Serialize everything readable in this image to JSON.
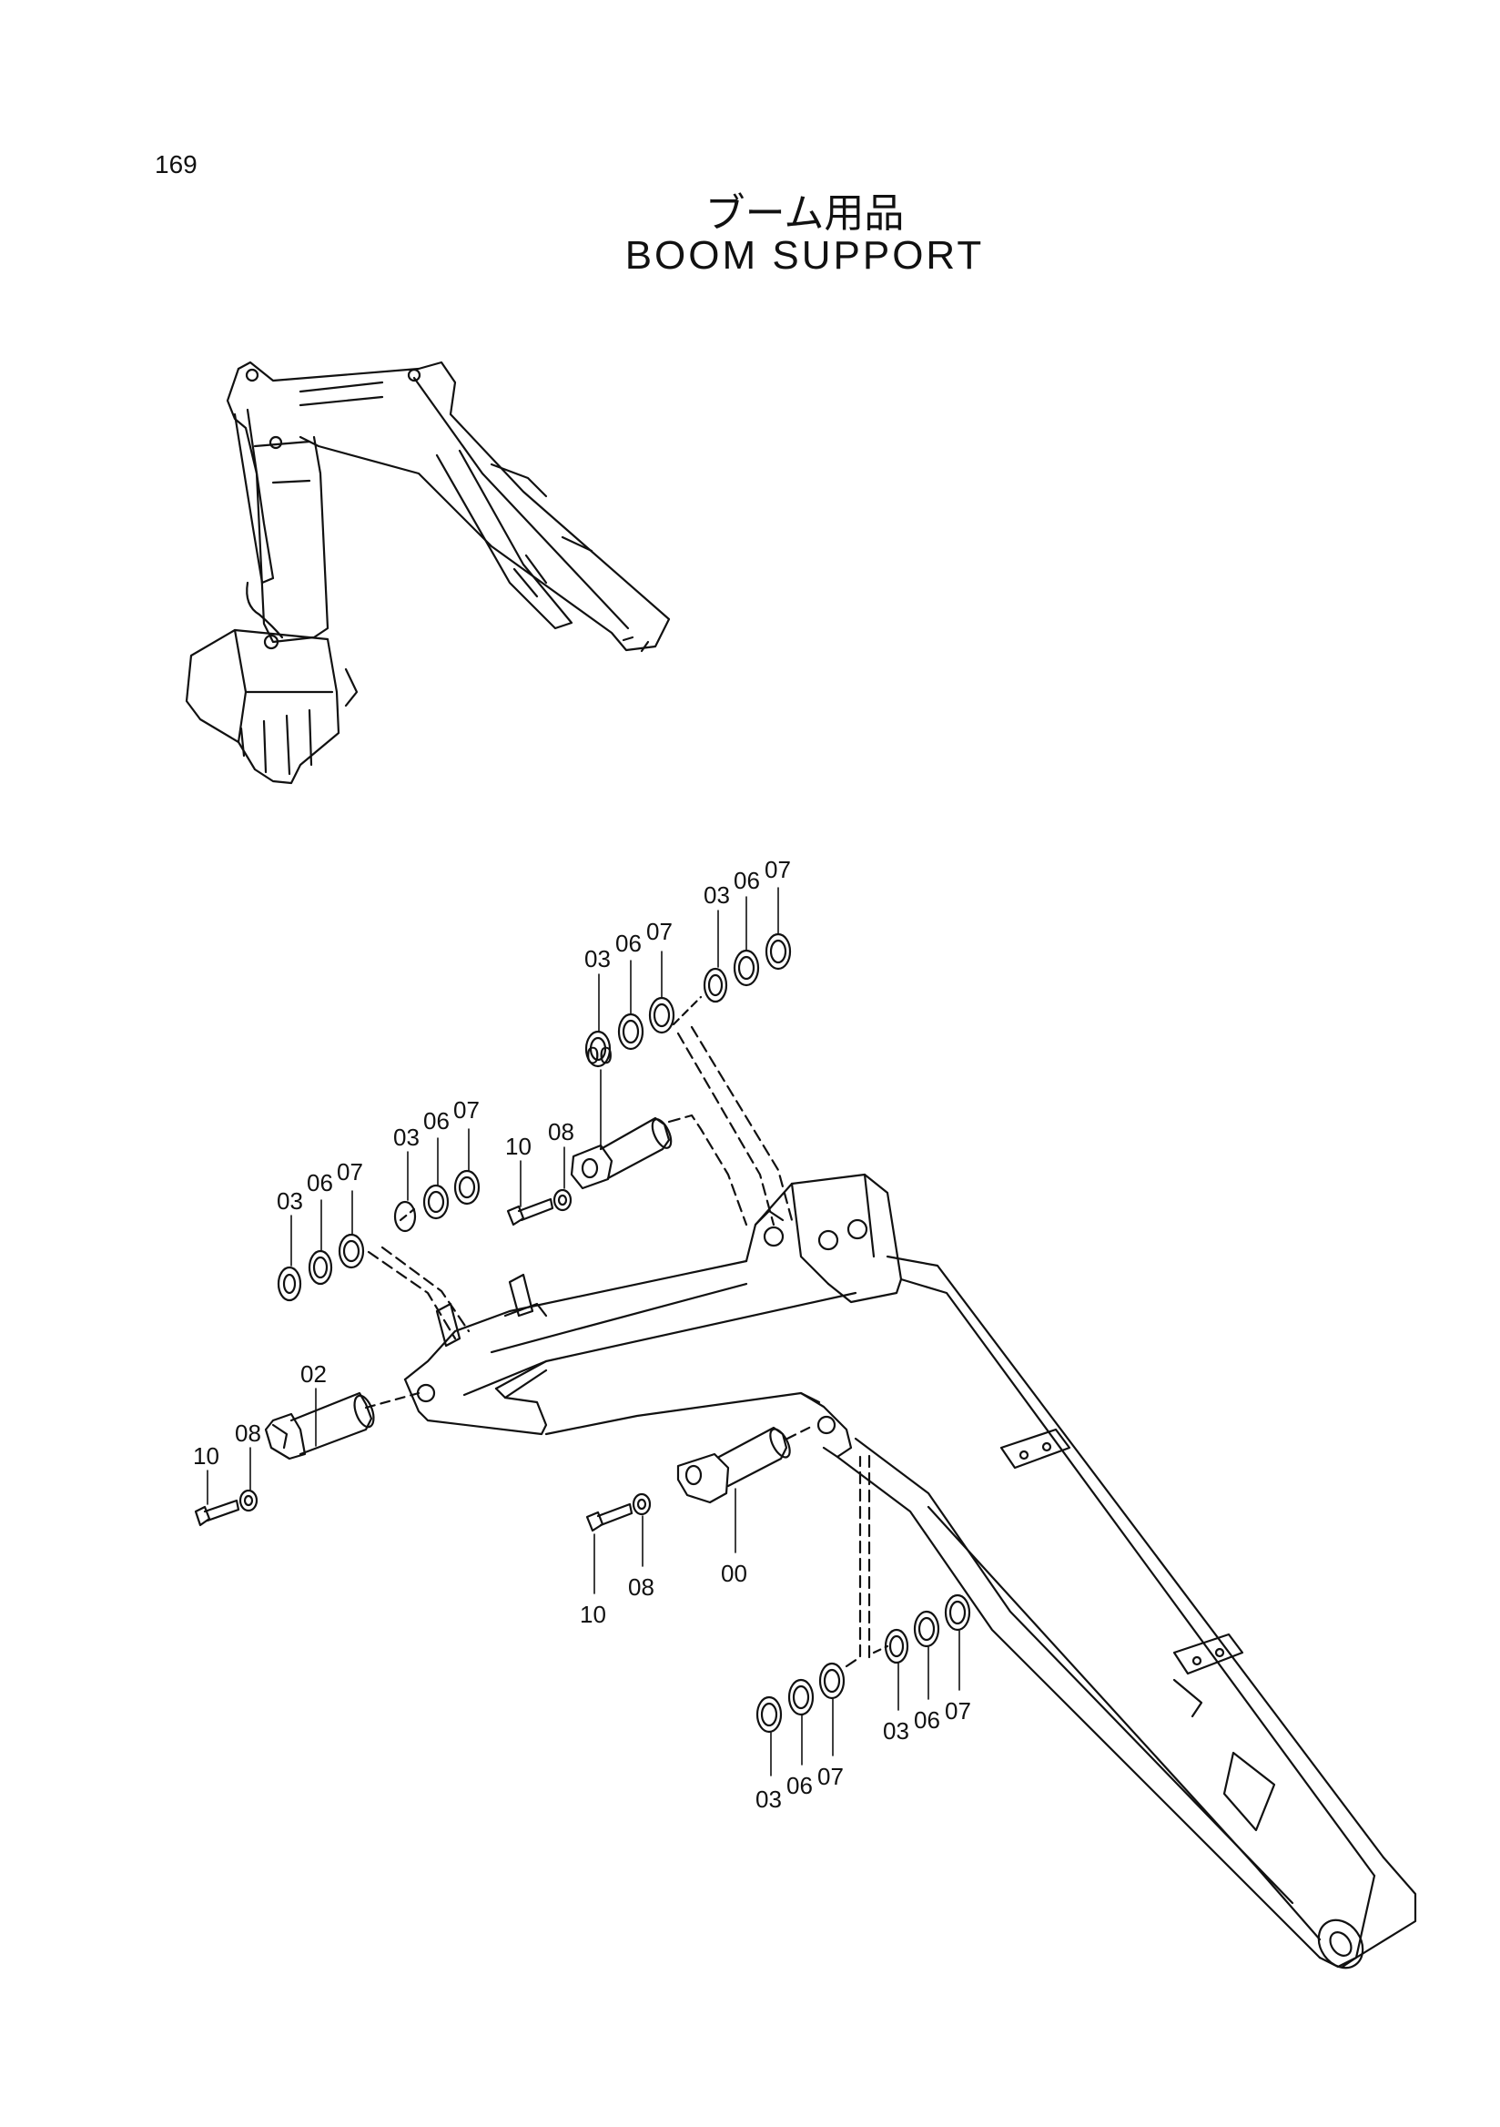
{
  "page_number": "169",
  "title_jp": "ブーム用品",
  "title_en": "BOOM  SUPPORT",
  "callouts": {
    "c00": "00",
    "c02": "02",
    "c03": "03",
    "c06": "06",
    "c07": "07",
    "c08": "08",
    "c10": "10"
  }
}
